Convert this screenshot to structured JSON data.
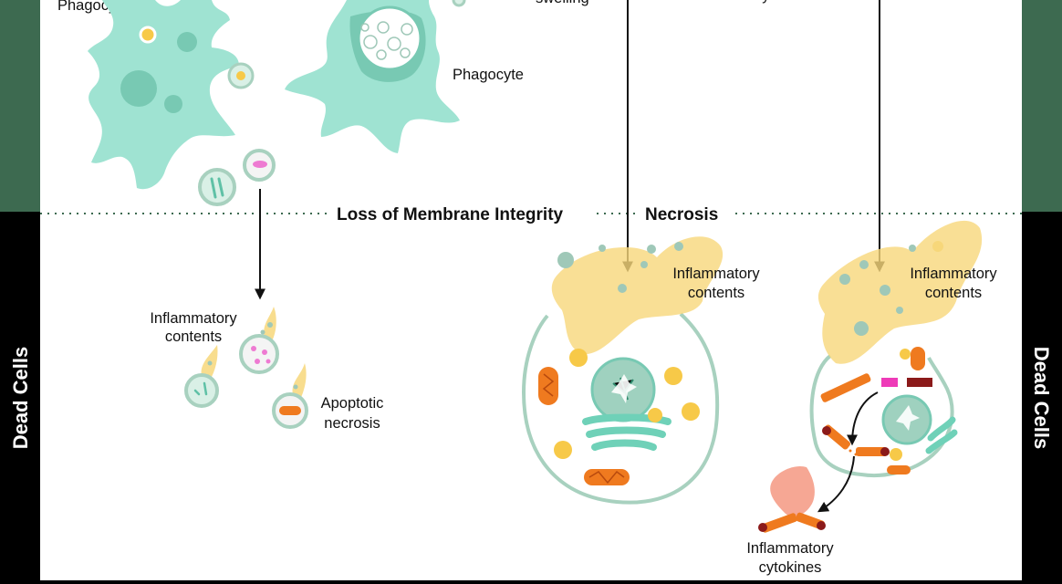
{
  "labels": {
    "top_partial_1": "Phagocyte",
    "top_partial_2": "swelling",
    "top_partial_3": "cytokines",
    "phagocyte": "Phagocyte",
    "loss_of_membrane": "Loss of Membrane Integrity",
    "necrosis": "Necrosis",
    "inflammatory_left_1": "Inflammatory",
    "inflammatory_left_2": "contents",
    "apoptotic_1": "Apoptotic",
    "apoptotic_2": "necrosis",
    "inflammatory_mid_1": "Inflammatory",
    "inflammatory_mid_2": "contents",
    "inflammatory_right_1": "Inflammatory",
    "inflammatory_right_2": "contents",
    "cytokines_1": "Inflammatory",
    "cytokines_2": "cytokines",
    "dead_cells_left": "Dead Cells",
    "dead_cells_right": "Dead Cells"
  },
  "colors": {
    "frame_top": "#3d6a50",
    "frame_bottom": "#000000",
    "cell_fill": "#9fe3d2",
    "cell_dark": "#78c9b3",
    "membrane": "#a8d1bf",
    "yellow": "#f7c948",
    "orange": "#ef7a1f",
    "pink": "#ee7ad2",
    "dotted": "#3d6a50"
  }
}
